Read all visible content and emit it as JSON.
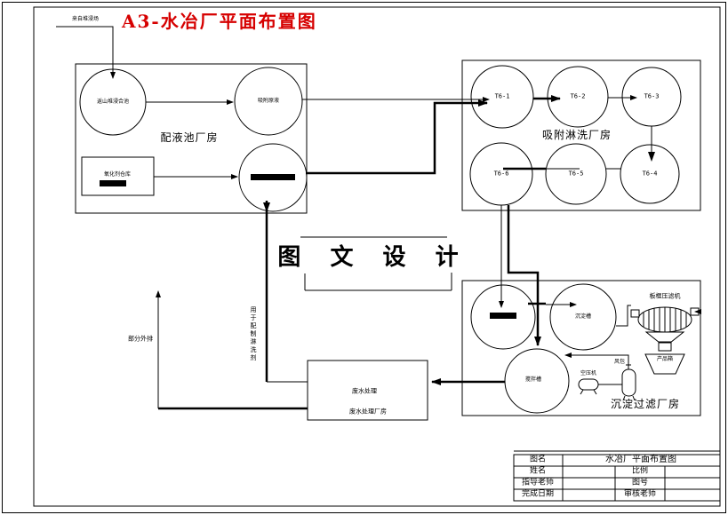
{
  "page": {
    "title_red": "A3-水冶厂平面布置图",
    "source_label": "来自堆浸场",
    "watermark": "图 文 设 计"
  },
  "colors": {
    "title_red": "#d60000",
    "line": "#000000"
  },
  "buildings": {
    "peiye": {
      "name": "配液池厂房",
      "tank1": "返山堆浸合池",
      "tank2": "吸附原液",
      "warehouse": "氧化剂仓库"
    },
    "xifu": {
      "name": "吸附淋洗厂房",
      "towers": [
        "T6-1",
        "T6-2",
        "T6-3",
        "T6-4",
        "T6-5",
        "T6-6"
      ]
    },
    "chendian": {
      "name": "沉淀过滤厂房",
      "settling_tank": "沉淀槽",
      "mixing_tank": "搅拌槽",
      "filter": "板框压滤机",
      "product_box": "产品箱",
      "compressor": "空压机",
      "air_tank": "风包"
    },
    "feishui": {
      "label1": "废水处理",
      "name": "废水处理厂房"
    }
  },
  "flows": {
    "eluent_note": "用于配制淋洗剂",
    "discharge_note": "部分外排"
  },
  "title_block": {
    "r1c1": "图名",
    "r1v": "水冶厂平面布置图",
    "r2c1": "姓名",
    "r2c3": "比例",
    "r3c1": "指导老师",
    "r3c3": "图号",
    "r4c1": "完成日期",
    "r4c3": "审核老师"
  }
}
